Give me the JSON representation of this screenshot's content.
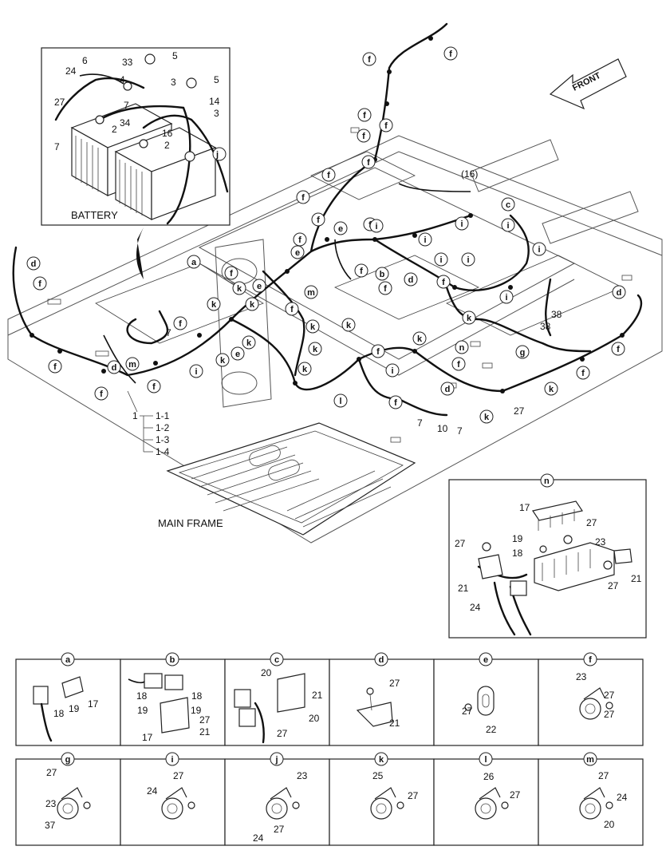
{
  "labels": {
    "battery": "BATTERY",
    "main_frame": "MAIN FRAME",
    "front": "FRONT"
  },
  "battery_callouts": [
    "24",
    "6",
    "33",
    "5",
    "4",
    "3",
    "5",
    "27",
    "14",
    "7",
    "3",
    "34",
    "2",
    "16",
    "7",
    "2"
  ],
  "main_callouts": {
    "f": "f",
    "i": "i",
    "k": "k",
    "a": "a",
    "b": "b",
    "c": "c",
    "d": "d",
    "e": "e",
    "g": "g",
    "j": "j",
    "l": "l",
    "m": "m",
    "n": "n"
  },
  "main_numbers": {
    "ref16": "(16)",
    "n38a": "38",
    "n38b": "38",
    "n7a": "7",
    "n7b": "7",
    "n7c": "7",
    "n10": "10",
    "n27": "27"
  },
  "harness_tree": {
    "root": "1",
    "children": [
      "1-1",
      "1-2",
      "1-3",
      "1-4"
    ]
  },
  "detail_n": {
    "letter": "n",
    "parts": [
      "17",
      "27",
      "19",
      "27",
      "23",
      "18",
      "21",
      "27",
      "21",
      "24"
    ]
  },
  "detail_panels": [
    {
      "letter": "a",
      "parts": [
        "17",
        "18",
        "19"
      ]
    },
    {
      "letter": "b",
      "parts": [
        "18",
        "18",
        "19",
        "19",
        "27",
        "21",
        "17"
      ]
    },
    {
      "letter": "c",
      "parts": [
        "20",
        "21",
        "20",
        "27"
      ]
    },
    {
      "letter": "d",
      "parts": [
        "27",
        "21"
      ]
    },
    {
      "letter": "e",
      "parts": [
        "27",
        "22"
      ]
    },
    {
      "letter": "f",
      "parts": [
        "23",
        "27",
        "27"
      ]
    },
    {
      "letter": "g",
      "parts": [
        "27",
        "23",
        "37"
      ]
    },
    {
      "letter": "i",
      "parts": [
        "24",
        "27"
      ]
    },
    {
      "letter": "j",
      "parts": [
        "23",
        "27",
        "24"
      ]
    },
    {
      "letter": "k",
      "parts": [
        "25",
        "27"
      ]
    },
    {
      "letter": "l",
      "parts": [
        "26",
        "27"
      ]
    },
    {
      "letter": "m",
      "parts": [
        "27",
        "24",
        "20"
      ]
    }
  ]
}
